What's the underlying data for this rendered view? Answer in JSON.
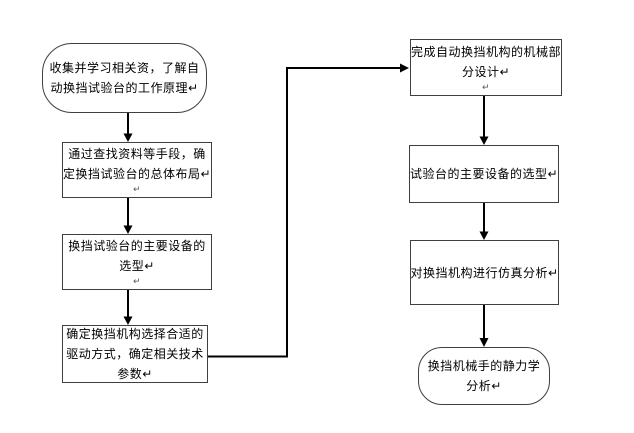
{
  "page": {
    "background": "#ffffff",
    "line_color": "#000000",
    "box_border_color": "#3f3f3f",
    "text_color": "#000000"
  },
  "flowchart": {
    "type": "flowchart",
    "nodes": [
      {
        "id": "collect-info",
        "shape": "stadium",
        "lines": [
          "收集并学习相关资，了解自",
          "动换挡试验台的工作原理↵"
        ]
      },
      {
        "id": "overall-layout",
        "shape": "rect",
        "lines": [
          "通过查找资料等手段，确",
          "定换挡试验台的总体布局↵",
          "↵"
        ]
      },
      {
        "id": "equipment-selection-left",
        "shape": "rect",
        "lines": [
          "换挡试验台的主要设备的",
          "选型↵",
          "↵"
        ]
      },
      {
        "id": "drive-mode-parameters",
        "shape": "rect",
        "lines": [
          "确定换挡机构选择合适的",
          "驱动方式，确定相关技术",
          "参数↵"
        ]
      },
      {
        "id": "mechanical-design",
        "shape": "rect",
        "lines": [
          "完成自动换挡机构的机械部",
          "分设计↵",
          "↵"
        ]
      },
      {
        "id": "equipment-selection-right",
        "shape": "rect",
        "lines": [
          "试验台的主要设备的选型↵"
        ]
      },
      {
        "id": "simulation-analysis",
        "shape": "rect",
        "lines": [
          "对换挡机构进行仿真分析↵"
        ]
      },
      {
        "id": "statics-analysis",
        "shape": "stadium",
        "lines": [
          "换挡机械手的静力学",
          "分析↵"
        ]
      }
    ],
    "edges": [
      {
        "from": "collect-info",
        "to": "overall-layout"
      },
      {
        "from": "overall-layout",
        "to": "equipment-selection-left"
      },
      {
        "from": "equipment-selection-left",
        "to": "drive-mode-parameters"
      },
      {
        "from": "drive-mode-parameters",
        "to": "mechanical-design"
      },
      {
        "from": "mechanical-design",
        "to": "equipment-selection-right"
      },
      {
        "from": "equipment-selection-right",
        "to": "simulation-analysis"
      },
      {
        "from": "simulation-analysis",
        "to": "statics-analysis"
      }
    ]
  }
}
